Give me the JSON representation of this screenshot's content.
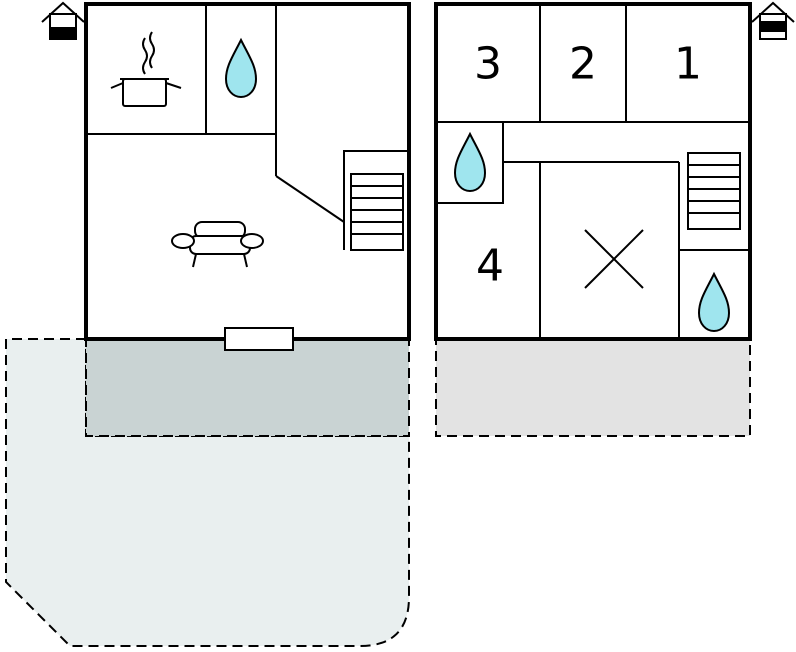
{
  "floors": [
    {
      "name": "ground-floor"
    },
    {
      "name": "upper-floor"
    }
  ],
  "rooms": {
    "bedroom_1": "1",
    "bedroom_2": "2",
    "bedroom_3": "3",
    "bedroom_4": "4"
  },
  "colors": {
    "water": "#9fe5ee",
    "covered_terrace": "#c9d3d3",
    "open_terrace": "#e9efef",
    "balcony": "#e3e3e3",
    "wall": "#000000"
  },
  "icons": [
    "floor-level-icon",
    "stove-icon",
    "water-drop-icon",
    "sofa-icon",
    "stairs-icon",
    "open-void-icon"
  ]
}
